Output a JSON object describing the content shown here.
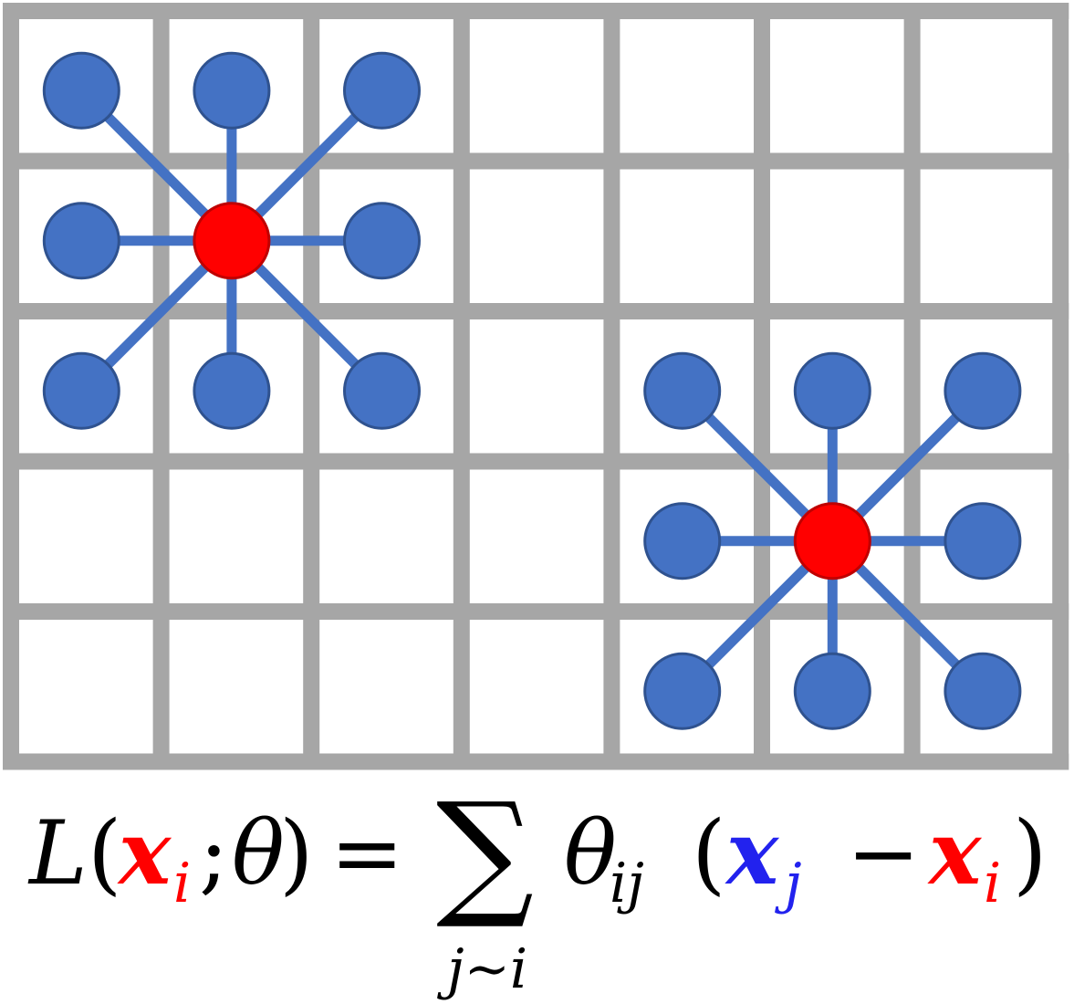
{
  "grid": {
    "columns": 7,
    "rows": 5,
    "line_color": "#a6a6a6",
    "cell_color": "#ffffff"
  },
  "stencils": [
    {
      "center": {
        "col": 1,
        "row": 1
      },
      "neighbors": [
        [
          0,
          0
        ],
        [
          1,
          0
        ],
        [
          2,
          0
        ],
        [
          0,
          1
        ],
        [
          2,
          1
        ],
        [
          0,
          2
        ],
        [
          1,
          2
        ],
        [
          2,
          2
        ]
      ]
    },
    {
      "center": {
        "col": 5,
        "row": 3
      },
      "neighbors": [
        [
          4,
          2
        ],
        [
          5,
          2
        ],
        [
          6,
          2
        ],
        [
          4,
          3
        ],
        [
          6,
          3
        ],
        [
          4,
          4
        ],
        [
          5,
          4
        ],
        [
          6,
          4
        ]
      ]
    }
  ],
  "colors": {
    "neighbor_fill": "#4472c4",
    "neighbor_stroke": "#2f528f",
    "center_fill": "#ff0000",
    "center_stroke": "#c00000",
    "edge": "#4472c4",
    "formula_text": "#000000",
    "xi_color": "#ff0000",
    "xj_color": "#2222ee"
  },
  "formula": {
    "L": "L",
    "open_paren": "(",
    "x_i": "x",
    "x_i_sub": "i",
    "semicolon": ";",
    "theta": "θ",
    "close_paren": ")",
    "equals": "=",
    "sum": "∑",
    "sum_sub": "j∼i",
    "theta_ij": "θ",
    "theta_ij_sub": "ij",
    "open_paren2": "(",
    "x_j": "x",
    "x_j_sub": "j",
    "minus": "−",
    "x_i2": "x",
    "x_i2_sub": "i",
    "close_paren2": ")"
  }
}
